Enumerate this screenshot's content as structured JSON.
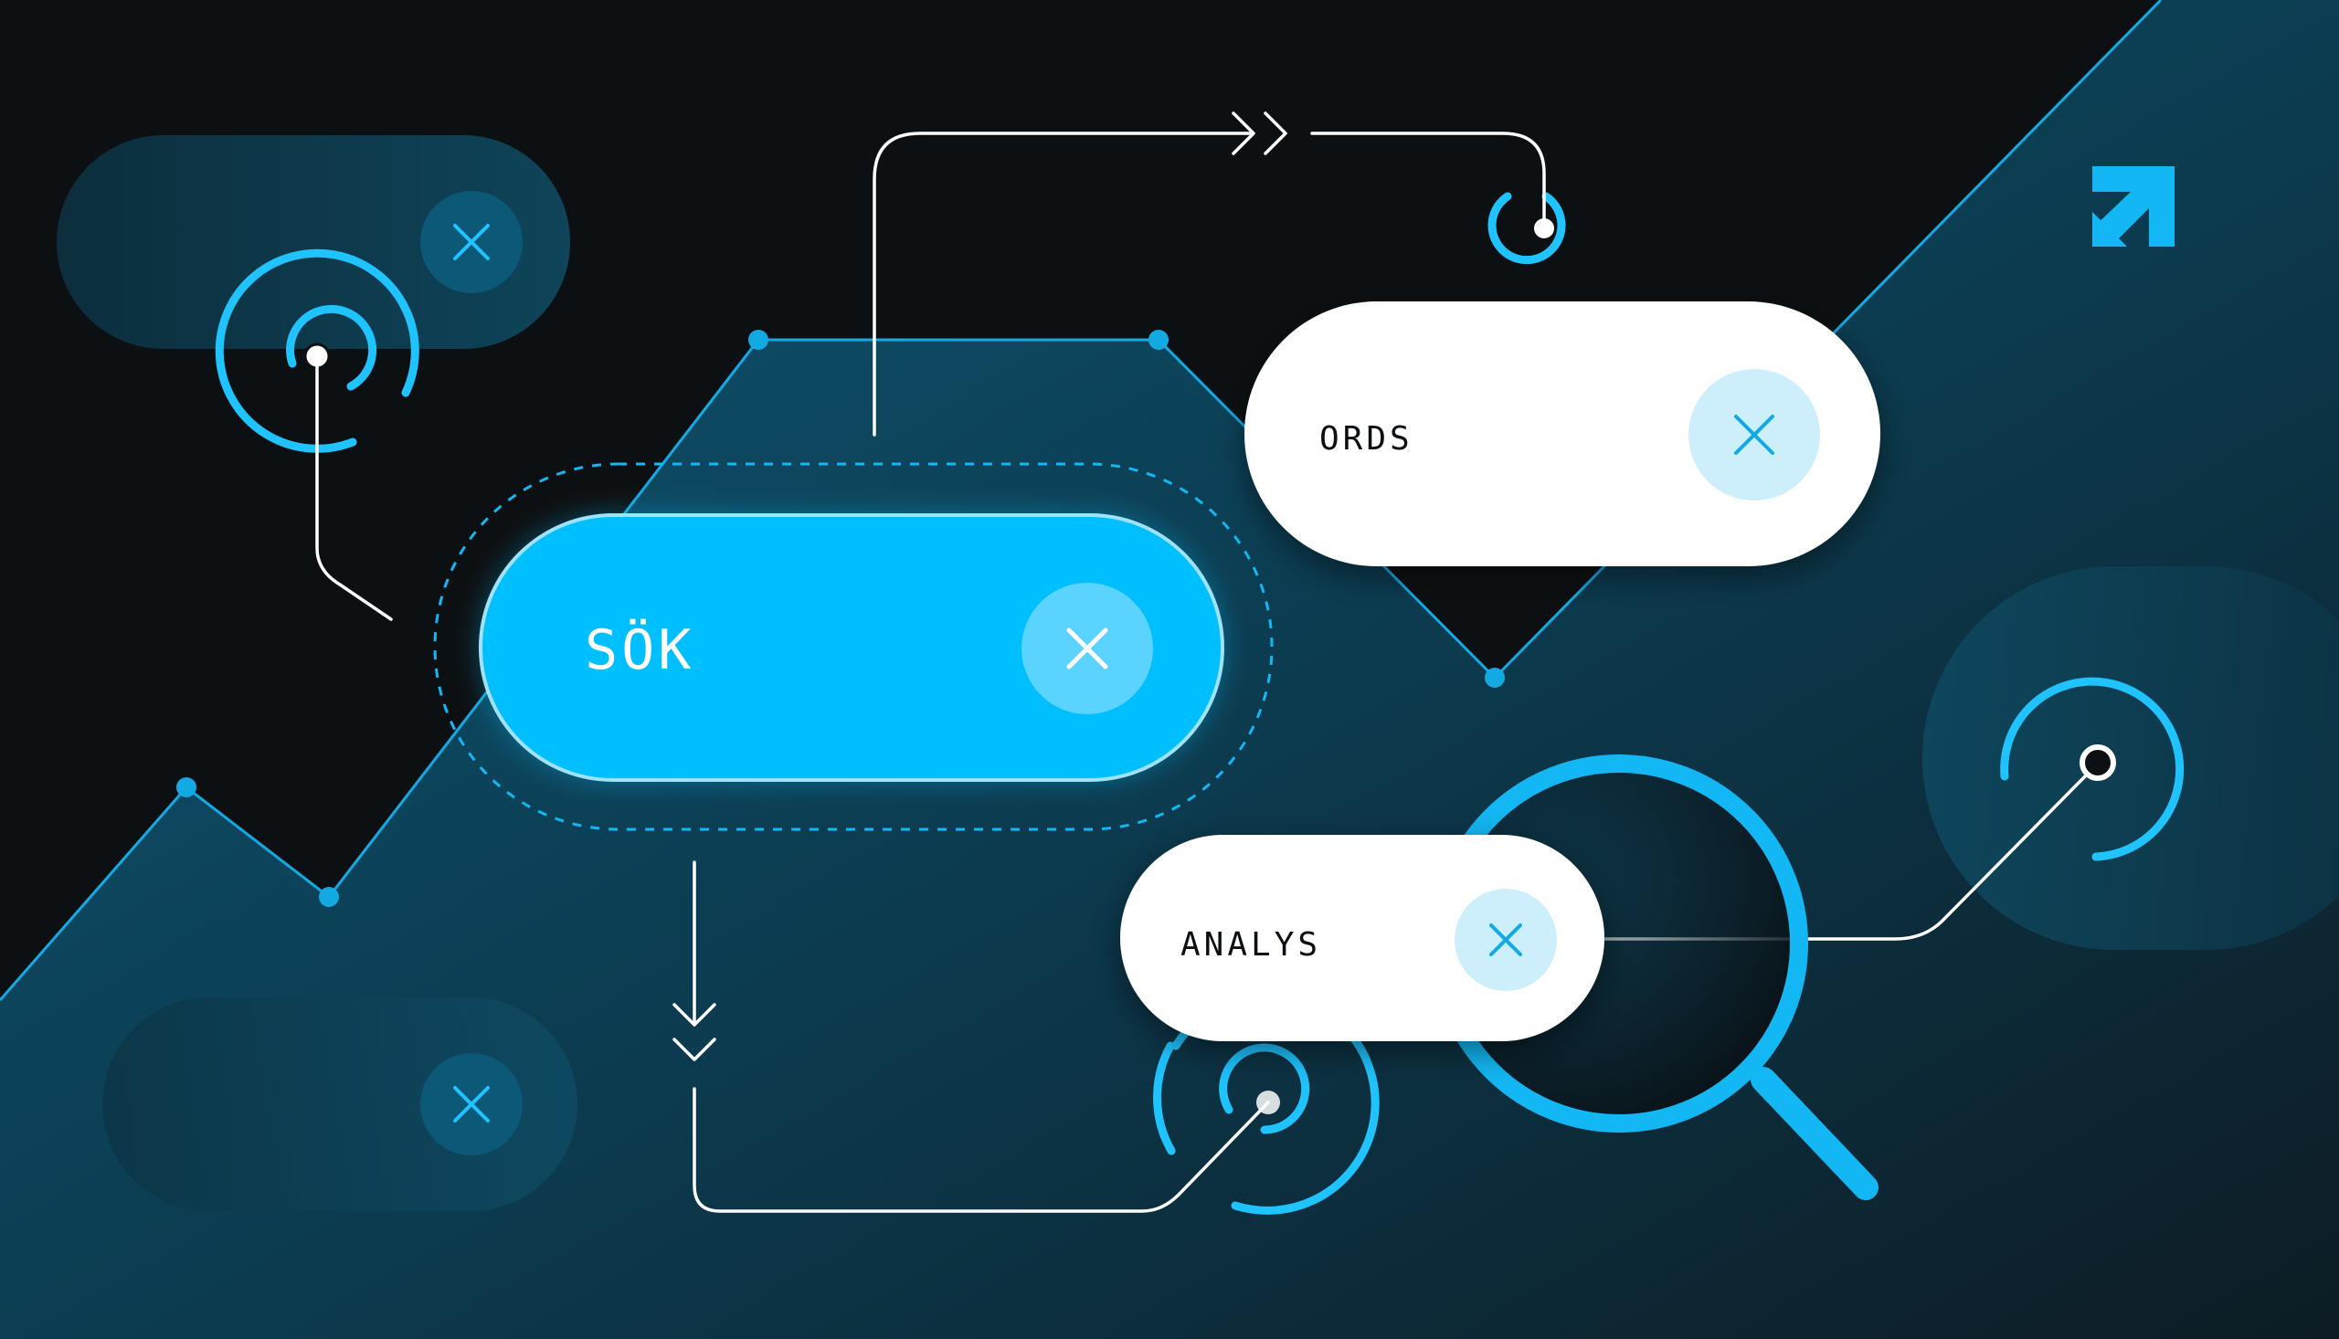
{
  "tags": {
    "sok": {
      "label": "SÖK"
    },
    "ords": {
      "label": "ORDS"
    },
    "analys": {
      "label": "ANALYS"
    }
  },
  "icons": [
    "close-icon",
    "search-icon",
    "logo-icon",
    "double-chevron-right-icon",
    "double-chevron-down-icon",
    "target-icon"
  ],
  "colors": {
    "background": "#0d1012",
    "accent": "#00bfff",
    "accent_dark": "#0a4a63",
    "pill_white": "#ffffff",
    "close_bg_light": "#cdeefb",
    "text_dark": "#0d1012"
  }
}
